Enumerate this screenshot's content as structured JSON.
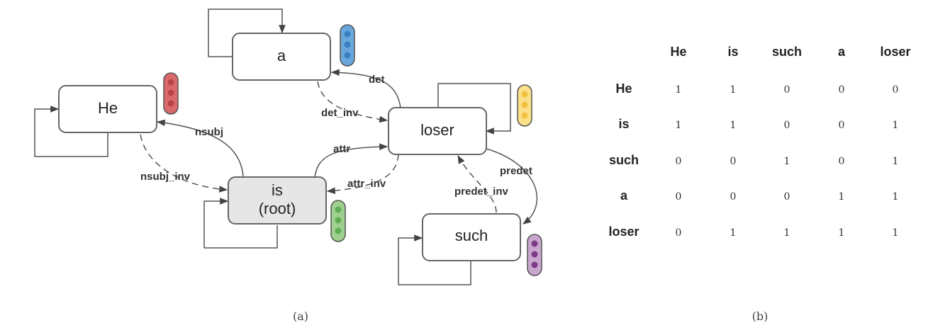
{
  "graph": {
    "nodes": [
      {
        "id": "he",
        "label": "He",
        "color": "#d9696b",
        "dark": "#b94447"
      },
      {
        "id": "a",
        "label": "a",
        "color": "#6aa7dc",
        "dark": "#3b7fc3"
      },
      {
        "id": "loser",
        "label": "loser",
        "color": "#fbe08a",
        "dark": "#f2c23c"
      },
      {
        "id": "is",
        "label": "is",
        "label2": "(root)",
        "color": "#9fd08f",
        "dark": "#5fae55",
        "fill": "#e6e6e6"
      },
      {
        "id": "such",
        "label": "such",
        "color": "#c9a7cf",
        "dark": "#7d3a86"
      }
    ],
    "edges": [
      {
        "id": "det",
        "label": "det"
      },
      {
        "id": "det_inv",
        "label": "det_inv"
      },
      {
        "id": "nsubj",
        "label": "nsubj"
      },
      {
        "id": "nsubj_inv",
        "label": "nsubj_inv"
      },
      {
        "id": "attr",
        "label": "attr"
      },
      {
        "id": "attr_inv",
        "label": "attr_inv"
      },
      {
        "id": "predet",
        "label": "predet"
      },
      {
        "id": "predet_inv",
        "label": "predet_inv"
      }
    ]
  },
  "matrix": {
    "headers": [
      "He",
      "is",
      "such",
      "a",
      "loser"
    ],
    "rows": [
      {
        "label": "He",
        "values": [
          1,
          1,
          0,
          0,
          0
        ]
      },
      {
        "label": "is",
        "values": [
          1,
          1,
          0,
          0,
          1
        ]
      },
      {
        "label": "such",
        "values": [
          0,
          0,
          1,
          0,
          1
        ]
      },
      {
        "label": "a",
        "values": [
          0,
          0,
          0,
          1,
          1
        ]
      },
      {
        "label": "loser",
        "values": [
          0,
          1,
          1,
          1,
          1
        ]
      }
    ]
  },
  "captions": {
    "a": "(a)",
    "b": "(b)"
  }
}
